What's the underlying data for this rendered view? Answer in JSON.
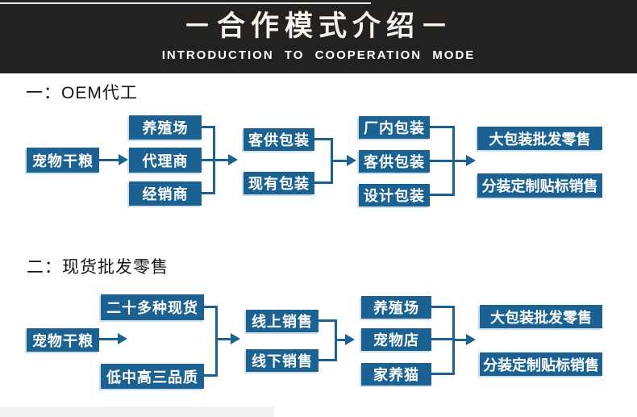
{
  "header": {
    "title": "－合作模式介绍－",
    "subtitle": "INTRODUCTION TO COOPERATION MODE"
  },
  "section1": {
    "heading": "一：OEM代工",
    "source": "宠物干粮",
    "channels": [
      "养殖场",
      "代理商",
      "经销商"
    ],
    "packaging_options": [
      "客供包装",
      "现有包装"
    ],
    "packaging_services": [
      "厂内包装",
      "客供包装",
      "设计包装"
    ],
    "outcomes": [
      "大包装批发零售",
      "分装定制贴标销售"
    ]
  },
  "section2": {
    "heading": "二：现货批发零售",
    "source": "宠物干粮",
    "stock_features": [
      "二十多种现货",
      "低中高三品质"
    ],
    "sales_channels": [
      "线上销售",
      "线下销售"
    ],
    "customers": [
      "养殖场",
      "宠物店",
      "家养猫"
    ],
    "outcomes": [
      "大包装批发零售",
      "分装定制贴标销售"
    ]
  },
  "colors": {
    "box_blue": "#1b6293",
    "header_bg": "#242121",
    "title_cream": "#f7f3ea"
  }
}
